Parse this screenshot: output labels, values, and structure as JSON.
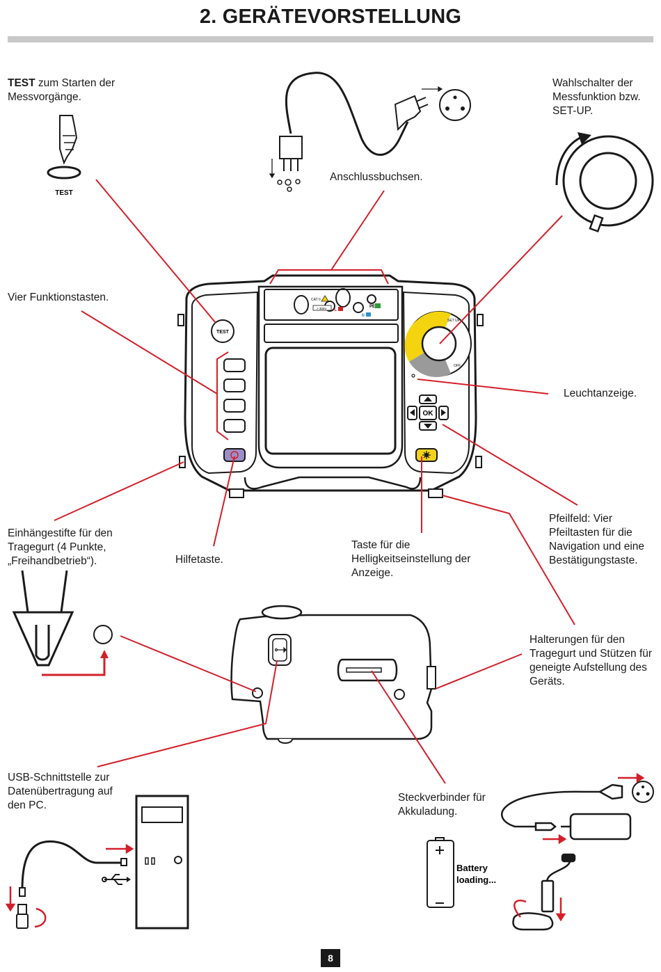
{
  "page": {
    "title": "2. GERÄTEVORSTELLUNG",
    "page_number": "8"
  },
  "labels": {
    "test_bold": "TEST",
    "test_rest": " zum Starten der Messvorgänge.",
    "test_button_caption": "TEST",
    "anschluss": "Anschlussbuchsen.",
    "wahlschalter": "Wahlschalter der Messfunktion bzw. SET-UP.",
    "funktionstasten": "Vier Funktionstasten.",
    "leuchtanzeige": "Leuchtanzeige.",
    "einhaengestifte": "Einhängestifte für den Tragegurt (4 Punkte, „Freihandbetrieb“).",
    "hilfetaste": "Hilfetaste.",
    "helligkeit": "Taste für die Helligkeitseinstellung der Anzeige.",
    "pfeilfeld": "Pfeilfeld: Vier Pfeiltasten für die Navigation und eine Bestätigungstaste.",
    "halterungen": "Halterungen für den Tragegurt und Stützen für geneigte Aufstellung des Geräts.",
    "usb": "USB-Schnittstelle zur Datenübertragung auf den PC.",
    "steckverbinder": "Steckverbinder für Akkuladung."
  },
  "device": {
    "test_button": "TEST",
    "ok_button": "OK",
    "setup_label": "SET UP",
    "off_label": "OFF",
    "cat_label": "CAT II",
    "pe_label": "PE",
    "n_label": "N",
    "l_label": "L",
    "voltage_label": "> 300V"
  },
  "battery": {
    "line1": "Battery",
    "line2": "loading..."
  },
  "colors": {
    "accent_red": "#d31f2a",
    "help_button": "#9b8ec8",
    "brightness_button": "#f2d21c",
    "dial_yellow": "#f4d40f",
    "dial_grey": "#9a9a9a"
  }
}
